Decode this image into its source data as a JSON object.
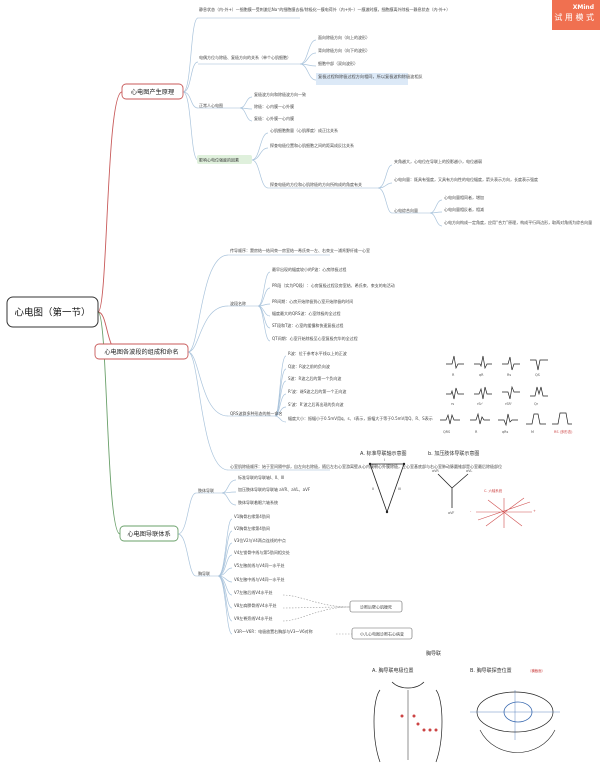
{
  "badge": {
    "line1": "XMind",
    "line2": "试 用 模 式"
  },
  "central": "心电图（第一节）",
  "branches": {
    "b1": "心电图产生原理",
    "b2": "心电图各波段的组成和命名",
    "b3": "心电图导联体系"
  },
  "b1": {
    "resting": "静息状态（内-外+）—细胞膜一受刺激后Na⁺的细胞膜去极/除极化—膜电荷外（内+外-）—膜激时膜，细胞膜离外除极—静息状态（内-外+）",
    "relation": "电偶方位与除极、复极方向的关系（单个心肌细胞）",
    "rel_items": [
      "面向除极方向（向上的波形）",
      "背向除极方向（向下的波形）",
      "细胞中部（双向波形）",
      "复极过程和除极过程方向相同，所以复极波和除极波相反"
    ],
    "normal": "正常人心电图",
    "normal_items": [
      "复极波方向和除极波方向一致",
      "除极：心内膜—心外膜",
      "复极：心外膜—心内膜"
    ],
    "factors": "影响心电位强度的因素",
    "factor_items": [
      "心肌细胞数量（心肌厚度）成正比关系",
      "探查电极位置和心肌细胞之间的距离成反比关系",
      "探查电极的方位和心肌除极的方向所构成的角度有关"
    ],
    "angle_items": [
      "夹角越大，心电位在导联上的投影越小，电位越弱",
      "心电向量：既具有强度，又具有方向性的电位幅度，箭头表示方向，长度表示强度"
    ],
    "combined": "心电综合向量",
    "combined_items": [
      "心电向量相同者，增加",
      "心电向量相反者，相减",
      "心电方向构成一定角度，应用“合力”原理，构成平行四边形，取两对角线为综合向量"
    ]
  },
  "b2": {
    "sequence": "传导顺序：窦房结—结间束—房室结—希氏束—左、右束支—浦肯野纤维—心室",
    "names": "波段名称",
    "names_items": [
      "最早出现的幅度较小的P波：心房除极过程",
      "PR段（实为PQ段）：心房复极过程及房室结、希氏束、束支的电活动",
      "PR间期：心房开始除极到心室开始除极的时间",
      "幅度最大的QRS波：心室除极的全过程",
      "ST段和T波：心室的缓慢和快速复极过程",
      "QT间期：心室开始除极至心室复极完毕的全过程"
    ],
    "qrs": "QRS波群多种形态的统一命名",
    "qrs_items": [
      "R波：位于参考水平线以上的正波",
      "Q波：R波之前的负向波",
      "S波：R波之后的第一个负向波",
      "R'波：继S波之后的第一个正向波",
      "S'波：R'波之后再出现的负向波",
      "幅度大小：振幅小于0.5mV用q、s、r表示，振幅大于等于0.5mV用Q、R、S表示"
    ],
    "note": "心室肌除极顺序：始于室间隔中部，自左向右除极，随后左右心室游离壁从心内膜朝心外膜除极，左心室基底部与右心室肺动脉圆锥部是心室最后除极部位"
  },
  "b3": {
    "limb": "肢体导联",
    "limb_items": [
      "标准导联的导联轴Ⅰ、Ⅱ、Ⅲ",
      "加压肢体导联的导联轴 aVR、aVL、aVF",
      "肢体导联着眼六轴系统"
    ],
    "chest": "胸导联",
    "chest_items": [
      "V1胸骨右缘第4肋间",
      "V2胸骨左缘第4肋间",
      "V3位V2与V4两点连线的中点",
      "V4左锁骨中线与第5肋间相交处",
      "V5左腋前线与V4同一水平处",
      "V6左腋中线与V4同一水平处",
      "V7左腋后线V4水平处",
      "V8左肩胛骨线V4水平处",
      "V9左脊旁线V4水平处",
      "V3R～V6R：电极放置右胸部与V3～V6对称"
    ],
    "tag1": "诊断后壁心肌梗死",
    "tag2": "小儿心电图诊断右心病变"
  },
  "sketch": {
    "tri_title": "A. 标准导联轴示意图",
    "hex_title": "b. 加压肢体导联示意图",
    "hex_sub": "C. 六轴系统",
    "chest_heading": "胸导联",
    "chest_a": "A. 胸导联电极位置",
    "chest_b": "B. 胸导联探查位置",
    "chest_b_note": "（横截面）",
    "wave_labels": [
      "R",
      "qR",
      "Rs",
      "QS",
      "rs",
      "rSr'",
      "rSR'",
      "Qr",
      "QRS",
      "R",
      "qRs",
      "M"
    ],
    "wave_sub": [
      "RS (多形态)"
    ],
    "lead_labels": [
      "I",
      "II",
      "III",
      "aVR",
      "aVL",
      "aVF",
      "+",
      "-"
    ]
  }
}
